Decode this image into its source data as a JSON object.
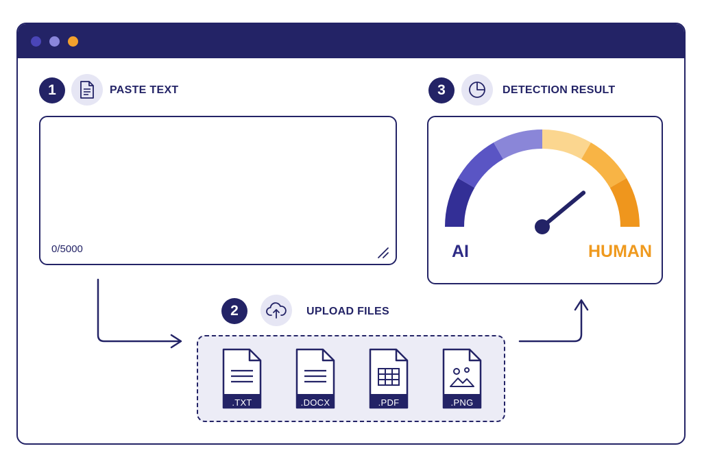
{
  "window": {
    "controls": [
      "window-dot-1",
      "window-dot-2",
      "window-dot-3"
    ]
  },
  "steps": {
    "paste": {
      "number": "1",
      "label": "PASTE TEXT",
      "icon": "document-icon"
    },
    "upload": {
      "number": "2",
      "label": "UPLOAD FILES",
      "icon": "cloud-upload-icon"
    },
    "result": {
      "number": "3",
      "label": "DETECTION RESULT",
      "icon": "pie-chart-icon"
    }
  },
  "text_input": {
    "value": "",
    "char_count": "0/5000"
  },
  "gauge": {
    "left_label": "AI",
    "right_label": "HUMAN",
    "needle_level": 0.78,
    "colors": {
      "ai_dark": "#332f96",
      "ai_mid": "#5a55c4",
      "ai_light": "#8a86d8",
      "human_light": "#fbd68f",
      "human_mid": "#f8b445",
      "human_dark": "#ef961d",
      "needle": "#232366"
    }
  },
  "files": [
    {
      "ext": ".TXT",
      "icon": "text-file-icon"
    },
    {
      "ext": ".DOCX",
      "icon": "docx-file-icon"
    },
    {
      "ext": ".PDF",
      "icon": "table-file-icon"
    },
    {
      "ext": ".PNG",
      "icon": "image-file-icon"
    }
  ],
  "colors": {
    "primary": "#232366",
    "accent": "#f3a12d",
    "icon_bg": "#e6e6f4",
    "upload_bg": "#ececf6"
  }
}
